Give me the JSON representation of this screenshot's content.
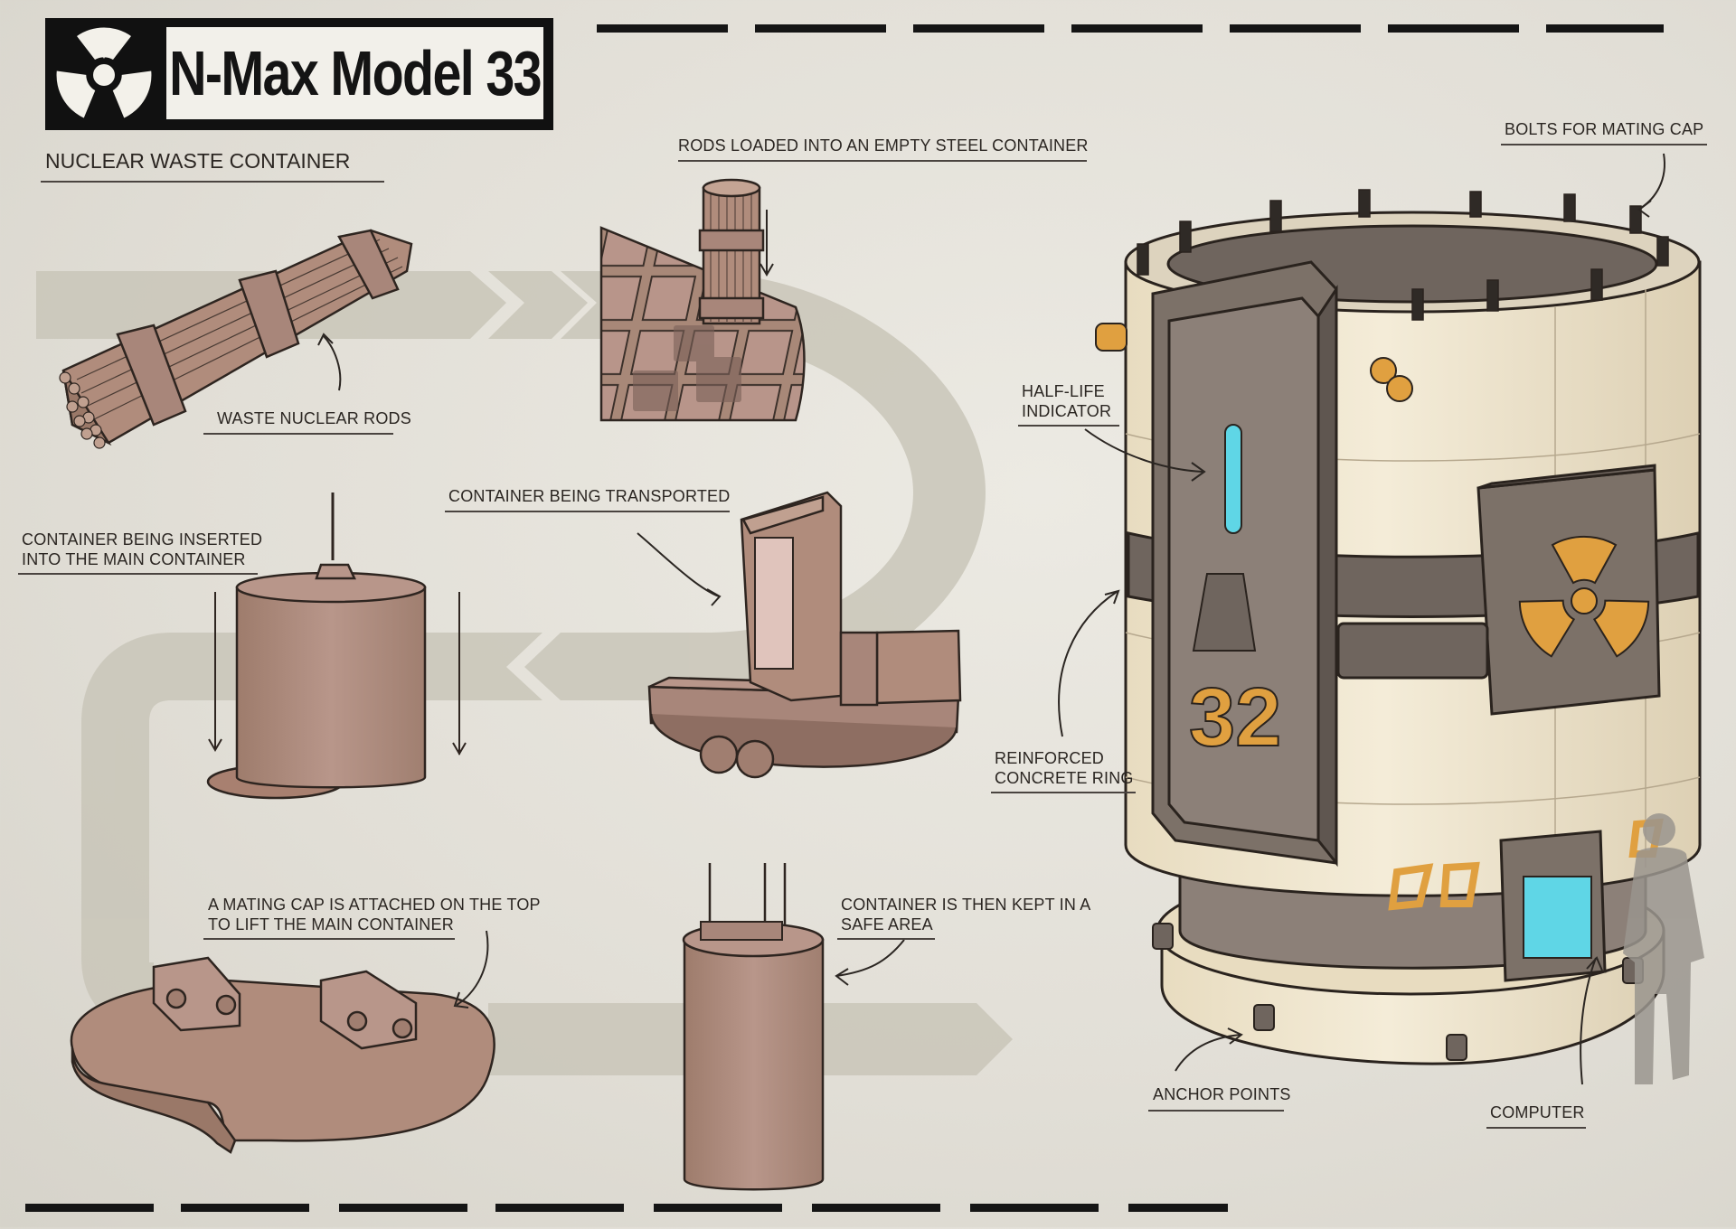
{
  "title": "N-Max Model 33",
  "subtitle": "NUCLEAR WASTE CONTAINER",
  "colors": {
    "background": "#e4e1da",
    "flow_arrow": "#c8c5b8",
    "sketch_fill": "#b08c7c",
    "container_cream": "#efe6d2",
    "panel_dark": "#7c7168",
    "accent_orange": "#e0a040",
    "screen_cyan": "#5fd6e6",
    "ink": "#2b2622"
  },
  "labels": {
    "waste_rods": "WASTE NUCLEAR RODS",
    "rods_loaded": "RODS LOADED INTO AN EMPTY STEEL CONTAINER",
    "inserted": [
      "CONTAINER BEING INSERTED",
      "INTO THE MAIN CONTAINER"
    ],
    "transported": "CONTAINER BEING TRANSPORTED",
    "mating_cap": [
      "A MATING CAP IS ATTACHED ON THE TOP",
      "TO LIFT THE MAIN CONTAINER"
    ],
    "safe_area": [
      "CONTAINER IS THEN KEPT IN A",
      "SAFE AREA"
    ],
    "bolts": "BOLTS FOR MATING CAP",
    "half_life": [
      "HALF-LIFE",
      "INDICATOR"
    ],
    "concrete_ring": [
      "REINFORCED",
      "CONCRETE RING"
    ],
    "anchor_points": "ANCHOR POINTS",
    "computer": "COMPUTER"
  },
  "panel_number": "32",
  "icons": [
    "radiation-icon",
    "flow-arrow",
    "radiation-symbol"
  ]
}
